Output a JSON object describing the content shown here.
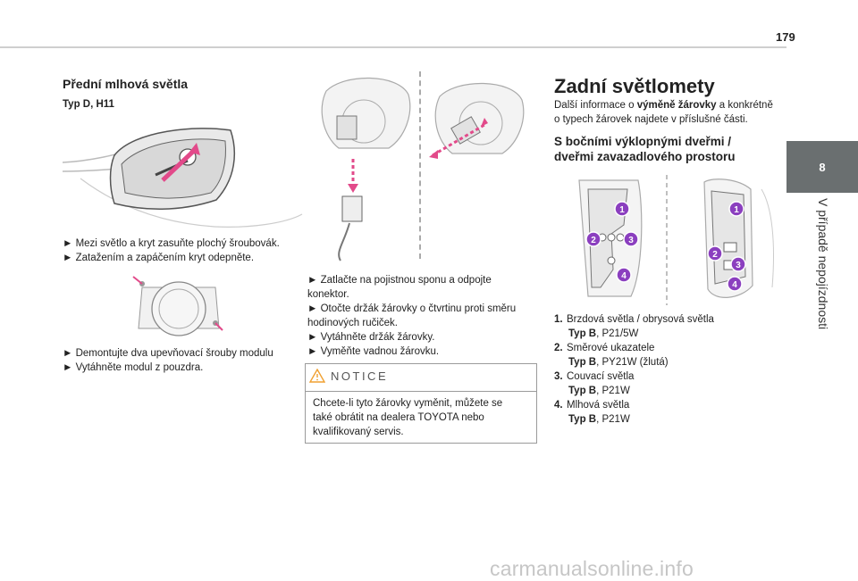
{
  "page_number": "179",
  "side_tab": {
    "number": "8",
    "label": "V případě nepojízdnosti"
  },
  "col1": {
    "heading": "Přední mlhová světla",
    "subheading": "Typ D, H11",
    "steps_a": [
      "► Mezi světlo a kryt zasuňte plochý šroubovák.",
      "► Zatažením a zapáčením kryt odepněte."
    ],
    "steps_b": [
      "► Demontujte dva upevňovací šrouby modulu",
      "► Vytáhněte modul z pouzdra."
    ]
  },
  "col2": {
    "steps": [
      "► Zatlačte na pojistnou sponu a odpojte",
      "konektor.",
      "► Otočte držák žárovky o čtvrtinu proti směru",
      "hodinových ručiček.",
      "► Vytáhněte držák žárovky.",
      "► Vyměňte vadnou žárovku."
    ],
    "notice": {
      "title": "NOTICE",
      "lines": [
        "Chcete-li tyto žárovky vyměnit, můžete se",
        "také obrátit na dealera TOYOTA nebo",
        "kvalifikovaný servis."
      ]
    }
  },
  "col3": {
    "heading": "Zadní světlomety",
    "intro_part1": "Další informace o ",
    "intro_bold": "výměně žárovky",
    "intro_part2": " a konkrétně",
    "intro_line2": "o typech žárovek najdete v příslušné části.",
    "subheading_line1": "S bočními výklopnými dveřmi /",
    "subheading_line2": "dveřmi zavazadlového prostoru",
    "callouts": [
      "1",
      "2",
      "3",
      "4"
    ],
    "legend": [
      {
        "num": "1.",
        "name": "Brzdová světla / obrysová světla",
        "type_label": "Typ B",
        "type_value": ", P21/5W"
      },
      {
        "num": "2.",
        "name": "Směrové ukazatele",
        "type_label": "Typ B",
        "type_value": ", PY21W (žlutá)"
      },
      {
        "num": "3.",
        "name": "Couvací světla",
        "type_label": "Typ B",
        "type_value": ", P21W"
      },
      {
        "num": "4.",
        "name": "Mlhová světla",
        "type_label": "Typ B",
        "type_value": ", P21W"
      }
    ]
  },
  "watermark": "carmanualsonline.info",
  "colors": {
    "callout": "#8b3fbf",
    "accent_arrow": "#e24a8a",
    "tab_bg": "#6a6f70"
  }
}
